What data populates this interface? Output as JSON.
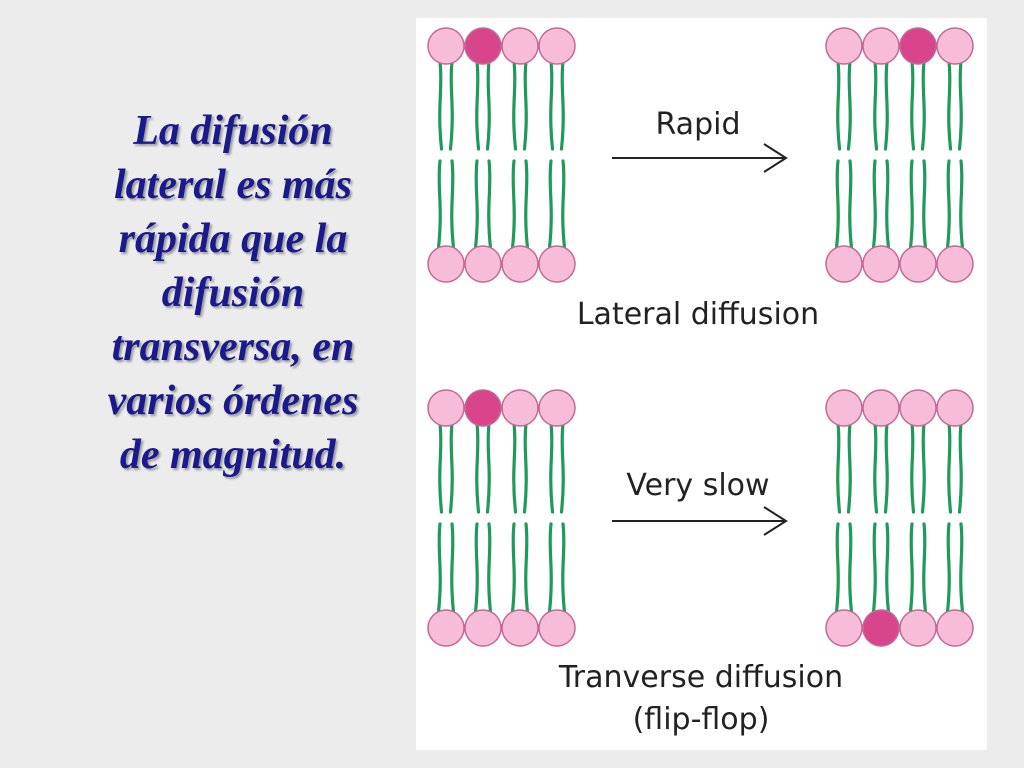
{
  "slide": {
    "text_lines": [
      "La difusión",
      "lateral es más",
      "rápida que la",
      "difusión",
      "transversa, en",
      "varios órdenes",
      "de magnitud."
    ]
  },
  "diagram": {
    "colors": {
      "head_pink": "#f6bcd8",
      "head_highlight": "#d8458a",
      "head_stroke": "#c26a96",
      "tail_green": "#1e9a5a",
      "arrow": "#222222"
    },
    "lateral": {
      "arrow_label": "Rapid",
      "caption": "Lateral diffusion"
    },
    "transverse": {
      "arrow_label": "Very slow",
      "caption_line1": "Tranverse diffusion",
      "caption_line2": "(flip-flop)"
    }
  }
}
